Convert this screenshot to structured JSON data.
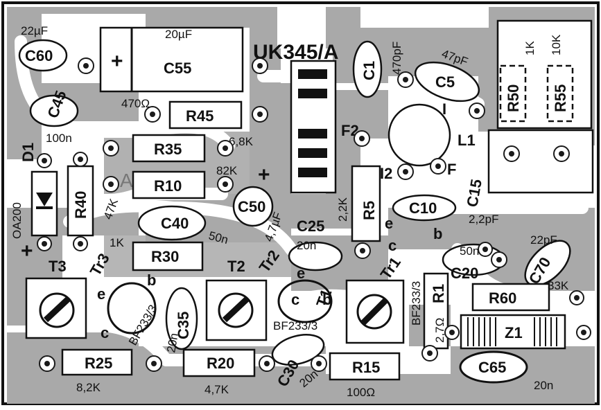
{
  "board": {
    "title": "UK345/A",
    "mirrored_title": "UK345/A",
    "colors": {
      "copper": "#a9a9a9",
      "board": "#ffffff",
      "ink": "#111111"
    }
  },
  "components": {
    "c60": {
      "ref": "C60",
      "value": "22µF"
    },
    "c55": {
      "ref": "C55",
      "value": "20µF"
    },
    "c45": {
      "ref": "C45",
      "value": "100n"
    },
    "r45": {
      "ref": "R45",
      "value": "470Ω"
    },
    "r35": {
      "ref": "R35",
      "value": "6,8K"
    },
    "r10": {
      "ref": "R10",
      "value": "82K"
    },
    "r40": {
      "ref": "R40",
      "value": "47K"
    },
    "d1": {
      "ref": "D1",
      "value": "OA200"
    },
    "c40": {
      "ref": "C40",
      "value": "50n"
    },
    "c50": {
      "ref": "C50",
      "value": "4,7µF"
    },
    "c25": {
      "ref": "C25",
      "value": "20n"
    },
    "r5": {
      "ref": "R5",
      "value": "2,2K"
    },
    "c1": {
      "ref": "C1",
      "value": "470pF"
    },
    "c5": {
      "ref": "C5",
      "value": "47pF"
    },
    "c10": {
      "ref": "C10",
      "value": "2,2pF"
    },
    "c15": {
      "ref": "C15",
      "value": ""
    },
    "c20": {
      "ref": "C20",
      "value": "50n"
    },
    "c70": {
      "ref": "C70",
      "value": "22pF"
    },
    "r50": {
      "ref": "R50",
      "value": "1K"
    },
    "r55": {
      "ref": "R55",
      "value": "10K"
    },
    "r30": {
      "ref": "R30",
      "value": "1K"
    },
    "r60": {
      "ref": "R60",
      "value": "33K"
    },
    "r1": {
      "ref": "R1",
      "value": "2,7Ω"
    },
    "z1": {
      "ref": "Z1",
      "value": ""
    },
    "c65": {
      "ref": "C65",
      "value": "20n"
    },
    "c35": {
      "ref": "C35",
      "value": "20n"
    },
    "r25": {
      "ref": "R25",
      "value": "8,2K"
    },
    "r20": {
      "ref": "R20",
      "value": "4,7K"
    },
    "c30": {
      "ref": "C30",
      "value": "20n"
    },
    "r15": {
      "ref": "R15",
      "value": "100Ω"
    },
    "l1": {
      "ref": "L1"
    }
  },
  "transistors": {
    "t3": {
      "ref": "T3",
      "tr": "Tr3",
      "type": "BF233/3"
    },
    "t2": {
      "ref": "T2",
      "tr": "Tr2",
      "type": "BF233/3"
    },
    "t1": {
      "ref": "T1",
      "tr": "Tr1",
      "type": "BF233/3"
    }
  },
  "pins": {
    "e": "e",
    "b": "b",
    "c": "c",
    "f1": "F",
    "f2": "F2",
    "i1": "I",
    "i2": "I2",
    "plus": "+"
  }
}
